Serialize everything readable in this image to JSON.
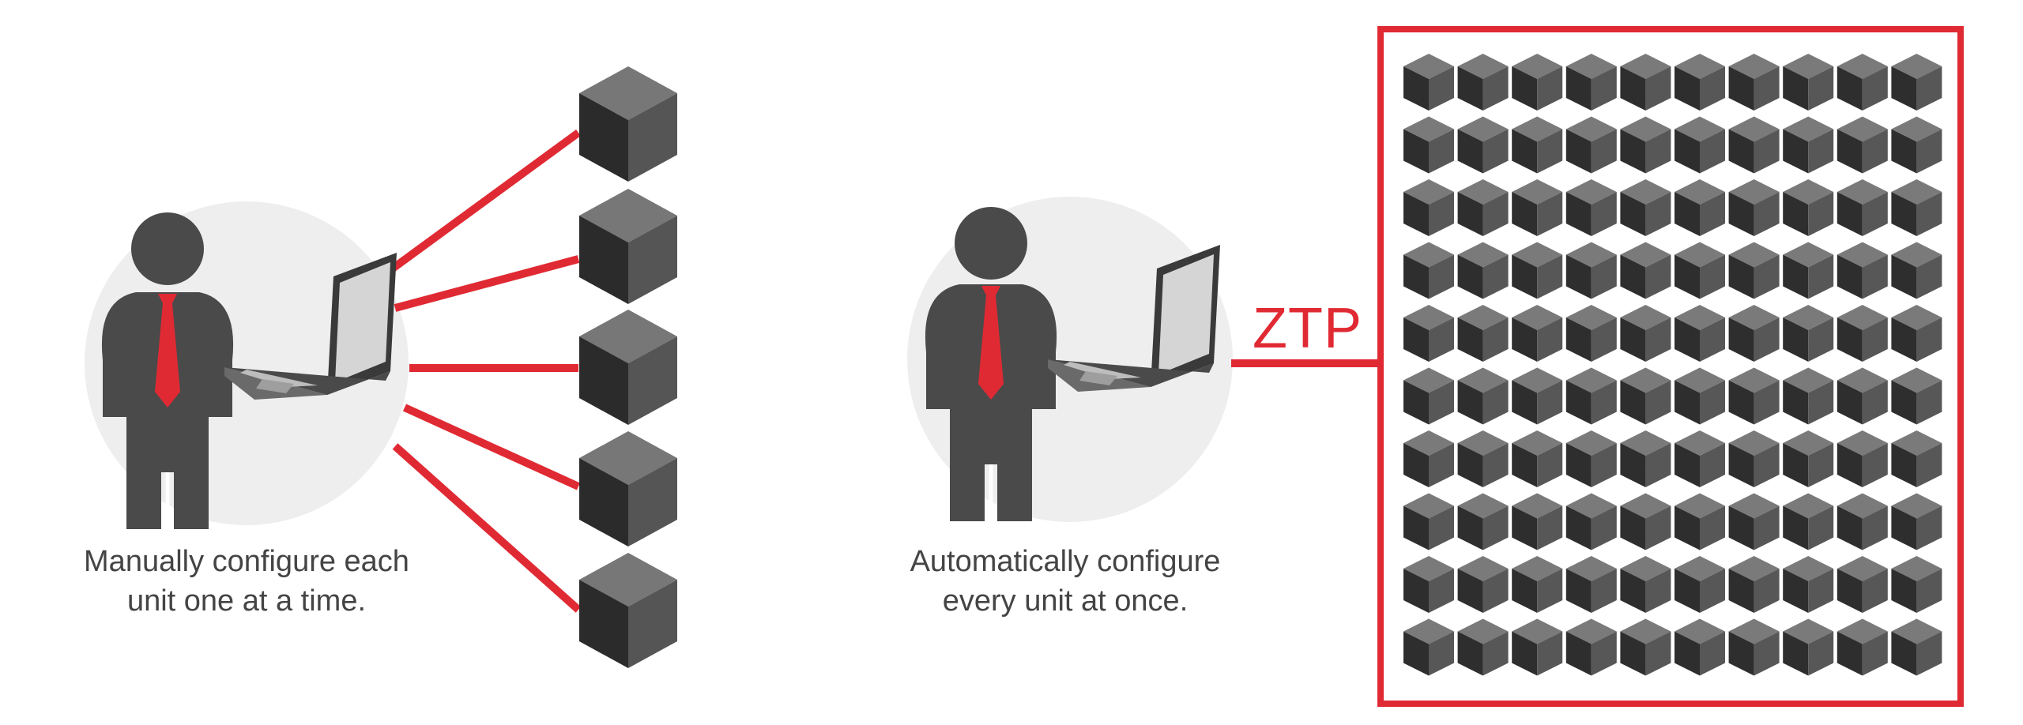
{
  "left_panel": {
    "caption_line1": "Manually configure each",
    "caption_line2": "unit one at a time.",
    "device_count": 5
  },
  "right_panel": {
    "caption_line1": "Automatically configure",
    "caption_line2": "every unit at once.",
    "link_label": "ZTP",
    "device_grid": {
      "rows": 10,
      "columns": 10
    }
  },
  "icons": {
    "person": "person-with-tie-icon",
    "laptop": "laptop-icon",
    "device": "cube-device-icon"
  },
  "colors": {
    "accent": "#e02a33",
    "person": "#4a4a4a",
    "circle": "#eeeeee",
    "caption": "#444444"
  }
}
